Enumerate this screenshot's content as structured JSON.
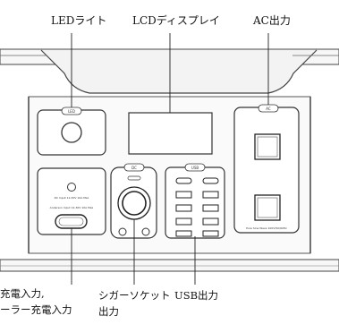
{
  "labels": {
    "led_light": "LEDライト",
    "lcd_display": "LCDディスプレイ",
    "ac_output": "AC出力",
    "charge_input_line1": "充電入力,",
    "charge_input_line2": "ーラー充電入力",
    "cigar_socket_line1": "シガーソケット",
    "cigar_socket_line2": "出力",
    "usb_output": "USB出力"
  },
  "panel_text": {
    "led_button": "LED",
    "ac_button": "AC",
    "dc_button": "DC",
    "usb_button": "USB",
    "ac_rating": "Pure Sine Wave 100V/50/60Hz",
    "dc_input_note": "DC Input 12-30V 10A Max",
    "charge_port_note": "Anderson Input 12-30V 10A Max"
  }
}
